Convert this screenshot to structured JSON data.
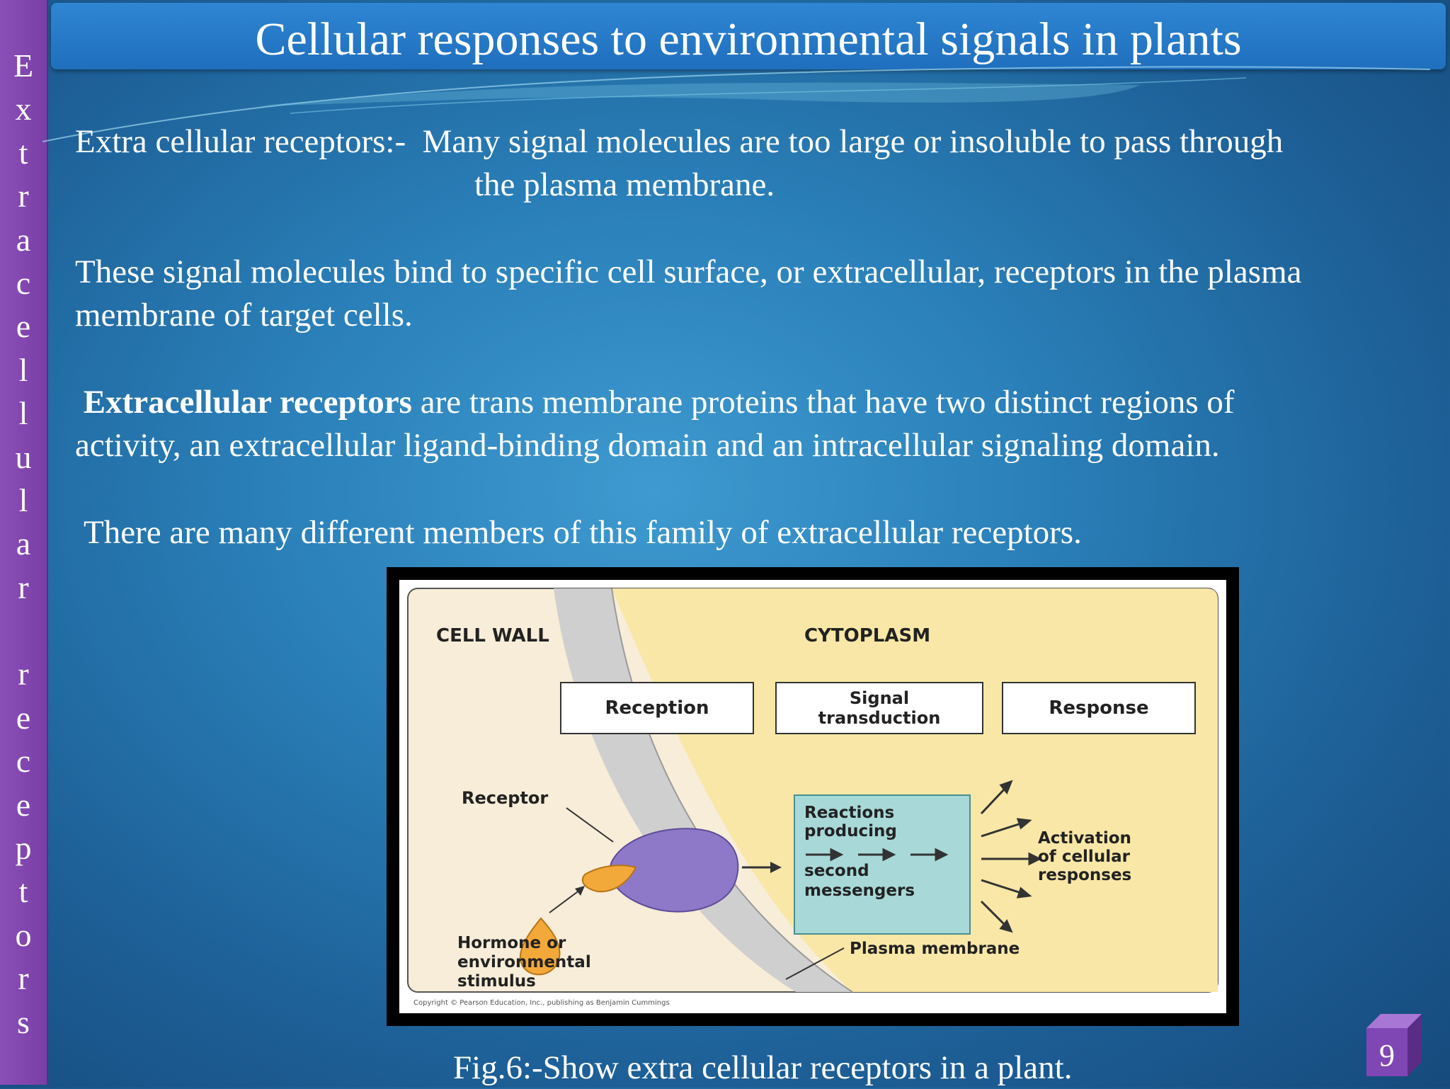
{
  "slide": {
    "title": "Cellular responses to environmental signals in plants",
    "sidebar_letters": [
      "E",
      "x",
      "t",
      "r",
      "a",
      "c",
      "e",
      "l",
      "l",
      "u",
      "l",
      "a",
      "r",
      " ",
      "r",
      "e",
      "c",
      "e",
      "p",
      "t",
      "o",
      "r",
      "s"
    ],
    "paragraph1_lead": "Extra cellular receptors:-",
    "paragraph1_text": "Many signal molecules are too large or insoluble to pass through",
    "paragraph1_cont": "the plasma membrane.",
    "paragraph2_line1": "These signal molecules bind to specific cell surface, or extracellular, receptors in the plasma",
    "paragraph2_line2": "membrane of target cells.",
    "paragraph3_bold": "Extracellular receptors",
    "paragraph3_rest": "are trans membrane proteins that have two distinct regions of",
    "paragraph3_line2": "activity, an extracellular ligand-binding domain and an intracellular signaling domain.",
    "paragraph4": "There are many different members of this family of extracellular receptors.",
    "caption": "Fig.6:-Show extra cellular receptors in a plant.",
    "page_number": "9"
  },
  "figure": {
    "cell_wall_label": "CELL WALL",
    "cytoplasm_label": "CYTOPLASM",
    "stage_reception": "Reception",
    "stage_signal_1": "Signal",
    "stage_signal_2": "transduction",
    "stage_response": "Response",
    "receptor_label": "Receptor",
    "reactions_1": "Reactions",
    "reactions_2": "producing",
    "reactions_3": "second",
    "reactions_4": "messengers",
    "activation_1": "Activation",
    "activation_2": "of cellular",
    "activation_3": "responses",
    "hormone_1": "Hormone or",
    "hormone_2": "environmental",
    "hormone_3": "stimulus",
    "plasma_membrane_label": "Plasma membrane",
    "copyright": "Copyright © Pearson Education, Inc., publishing as Benjamin Cummings"
  },
  "colors": {
    "background": "#2a7fb8",
    "title_bar": "#1f6fbe",
    "sidebar": "#7a3fa6",
    "cytoplasm": "#f8e7a7",
    "cell_wall": "#cfcfcf",
    "receptor": "#8e79c8",
    "ligand": "#f2a93a",
    "reactions_box": "#a8d8d8"
  }
}
